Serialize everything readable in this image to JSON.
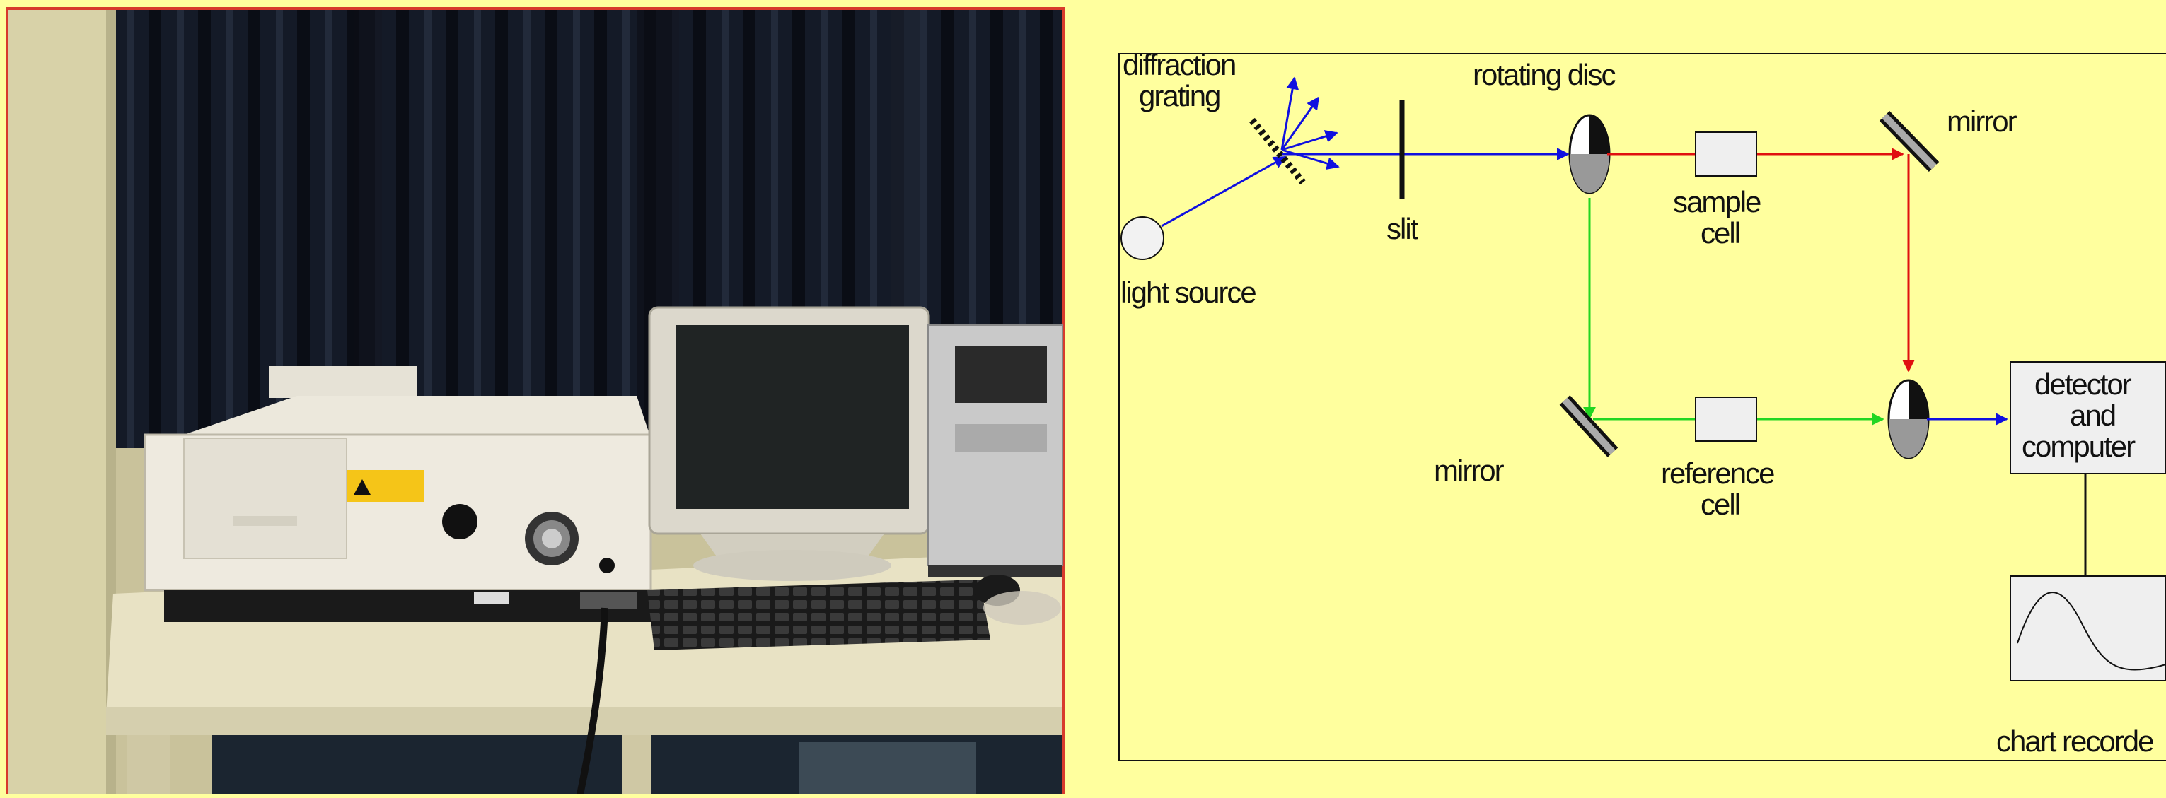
{
  "photo": {
    "alt": "UV-Visible spectrophotometer instrument with desktop computer",
    "colors": {
      "frame": "#d83b2c",
      "curtain": "#151a26",
      "wall": "#ded8b0",
      "table": "#e9e4c8"
    }
  },
  "diagram": {
    "background": "#ffff9e",
    "labels": {
      "diffraction_grating_1": "diffraction",
      "diffraction_grating_2": "grating",
      "light_source": "light source",
      "slit": "slit",
      "rotating_disc": "rotating disc",
      "sample_cell_1": "sample",
      "sample_cell_2": "cell",
      "mirror_top": "mirror",
      "mirror_bottom": "mirror",
      "reference_cell_1": "reference",
      "reference_cell_2": "cell",
      "detector_1": "detector",
      "detector_2": "and",
      "detector_3": "computer",
      "chart_recorder": "chart recorde"
    },
    "colors": {
      "beam_blue": "#1010e0",
      "beam_red": "#e01010",
      "beam_green": "#22d622",
      "outline": "#000000",
      "box_fill": "#efefef"
    }
  }
}
